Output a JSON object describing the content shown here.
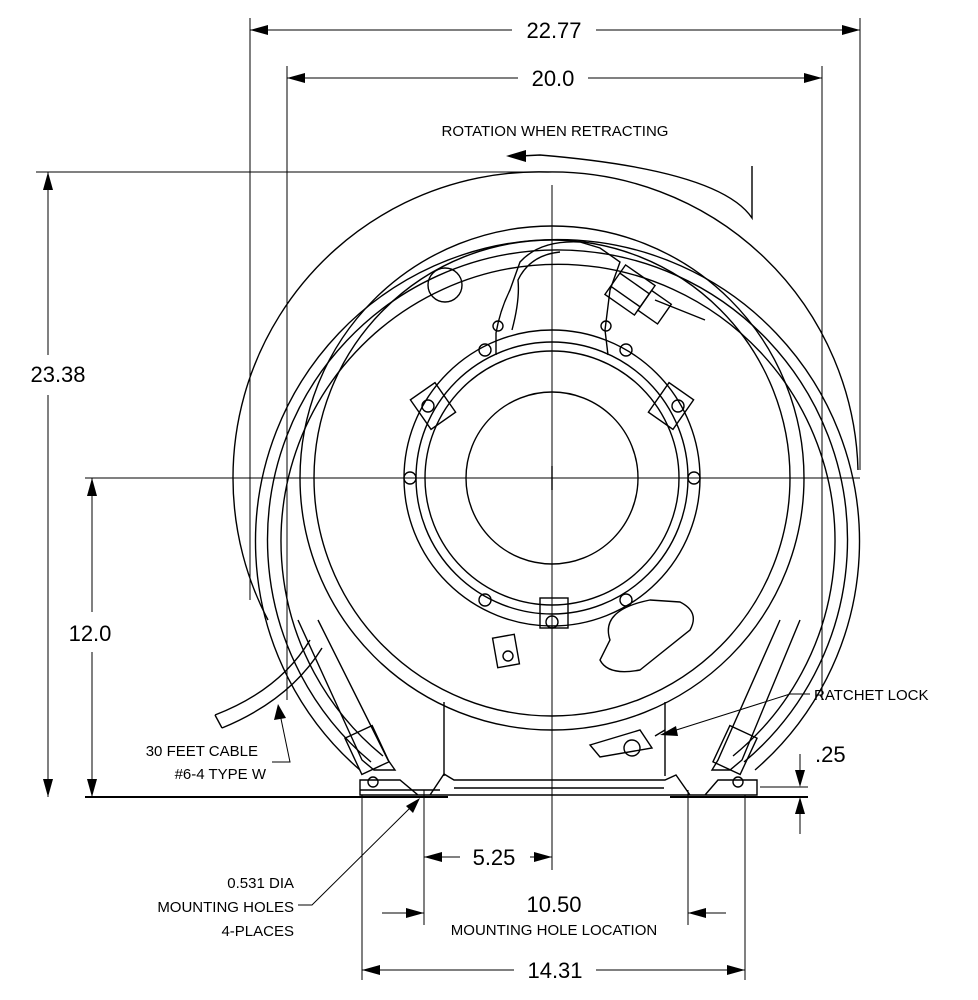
{
  "dimensions": {
    "overall_width": "22.77",
    "drum_width": "20.0",
    "overall_height": "23.38",
    "center_height": "12.0",
    "half_hole_spacing": "5.25",
    "hole_spacing": "10.50",
    "base_width": "14.31",
    "base_thickness": ".25"
  },
  "notes": {
    "rotation": "ROTATION WHEN RETRACTING",
    "ratchet_lock": "RATCHET LOCK",
    "cable_line1": "30 FEET CABLE",
    "cable_line2": "#6-4 TYPE W",
    "holes_line1": "0.531 DIA",
    "holes_line2": "MOUNTING HOLES",
    "holes_line3": "4-PLACES",
    "hole_location": "MOUNTING HOLE LOCATION"
  }
}
